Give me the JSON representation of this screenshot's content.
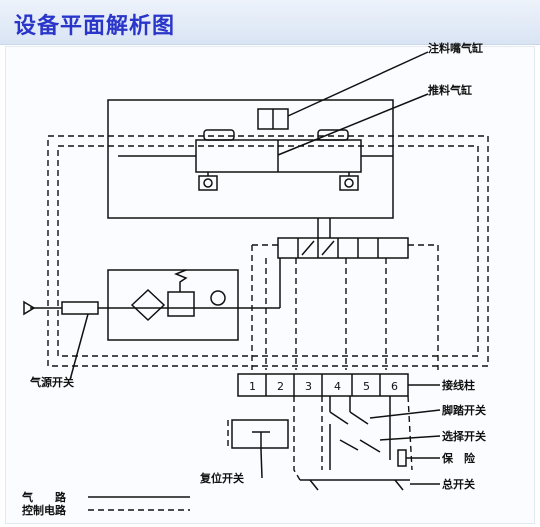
{
  "title": "设备平面解析图",
  "labels": {
    "nozzle_cylinder": "注料嘴气缸",
    "push_cylinder": "推料气缸",
    "air_switch": "气源开关",
    "terminal": "接线柱",
    "foot_switch": "脚踏开关",
    "select_switch": "选择开关",
    "fuse": "保　险",
    "reset_switch": "复位开关",
    "main_switch": "总开关",
    "legend_air": "气　　路",
    "legend_ctrl": "控制电路"
  },
  "terminals": [
    "1",
    "2",
    "3",
    "4",
    "5",
    "6"
  ],
  "colors": {
    "title": "#2a35c9",
    "line": "#111111"
  }
}
